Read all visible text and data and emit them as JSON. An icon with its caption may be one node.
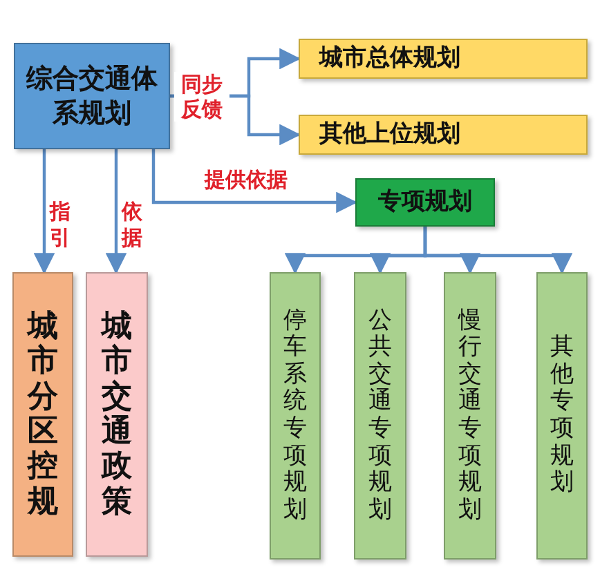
{
  "diagram": {
    "nodes": [
      {
        "text": [
          "综合交通体系规划"
        ]
      },
      {
        "text": [
          "城市总体规划"
        ]
      },
      {
        "text": [
          "其他上位规划"
        ]
      },
      {
        "text": [
          "专项规划"
        ]
      },
      {
        "text": [
          "城市分区控规"
        ]
      },
      {
        "text": [
          "城市交通政策"
        ]
      },
      {
        "text": [
          "停车系统专项规划"
        ]
      },
      {
        "text": [
          "公共交通专项规划"
        ]
      },
      {
        "text": [
          "慢行交通专项规划"
        ]
      },
      {
        "text": [
          "其他专项规划"
        ]
      }
    ],
    "edges": [
      {
        "from": 0,
        "to": 1,
        "arrow": "to",
        "label": "同步反馈"
      },
      {
        "from": 0,
        "to": 2,
        "arrow": "to"
      },
      {
        "from": 0,
        "to": 3,
        "arrow": "to",
        "label": "提供依据"
      },
      {
        "from": 0,
        "to": 4,
        "arrow": "to",
        "label": "指引"
      },
      {
        "from": 0,
        "to": 5,
        "arrow": "to",
        "label": "依据"
      },
      {
        "from": 3,
        "to": 6,
        "arrow": "to"
      },
      {
        "from": 3,
        "to": 7,
        "arrow": "to"
      },
      {
        "from": 3,
        "to": 8,
        "arrow": "to"
      },
      {
        "from": 3,
        "to": 9,
        "arrow": "to"
      }
    ]
  }
}
